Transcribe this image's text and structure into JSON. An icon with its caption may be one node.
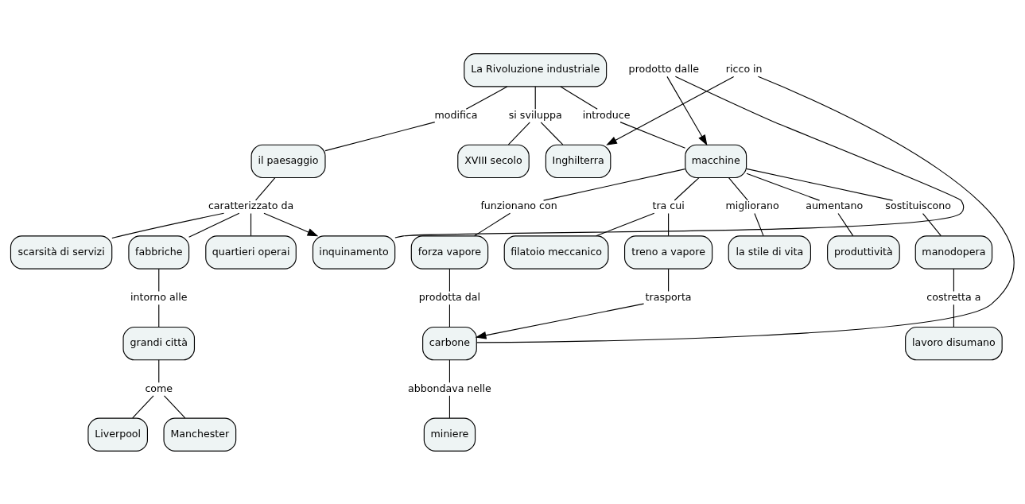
{
  "diagram": {
    "nodes": [
      {
        "text": [
          "La Rivoluzione industriale"
        ]
      },
      {
        "text": [
          "modifica"
        ]
      },
      {
        "text": [
          "si sviluppa"
        ]
      },
      {
        "text": [
          "introduce"
        ]
      },
      {
        "text": [
          "il paesaggio"
        ]
      },
      {
        "text": [
          "XVIII secolo"
        ]
      },
      {
        "text": [
          "Inghilterra"
        ]
      },
      {
        "text": [
          "macchine"
        ]
      },
      {
        "text": [
          "caratterizzato da"
        ]
      },
      {
        "text": [
          "prodotto dalle"
        ]
      },
      {
        "text": [
          "ricco in"
        ]
      },
      {
        "text": [
          "scarsità di servizi"
        ]
      },
      {
        "text": [
          "fabbriche"
        ]
      },
      {
        "text": [
          "quartieri operai"
        ]
      },
      {
        "text": [
          "inquinamento"
        ]
      },
      {
        "text": [
          "funzionano con"
        ]
      },
      {
        "text": [
          "tra cui"
        ]
      },
      {
        "text": [
          "migliorano"
        ]
      },
      {
        "text": [
          "aumentano"
        ]
      },
      {
        "text": [
          "sostituiscono"
        ]
      },
      {
        "text": [
          "forza vapore"
        ]
      },
      {
        "text": [
          "filatoio meccanico"
        ]
      },
      {
        "text": [
          "treno a vapore"
        ]
      },
      {
        "text": [
          "la stile di vita"
        ]
      },
      {
        "text": [
          "produttività"
        ]
      },
      {
        "text": [
          "manodopera"
        ]
      },
      {
        "text": [
          "intorno alle"
        ]
      },
      {
        "text": [
          "grandi città"
        ]
      },
      {
        "text": [
          "prodotta dal"
        ]
      },
      {
        "text": [
          "carbone"
        ]
      },
      {
        "text": [
          "trasporta"
        ]
      },
      {
        "text": [
          "costretta a"
        ]
      },
      {
        "text": [
          "lavoro disumano"
        ]
      },
      {
        "text": [
          "come"
        ]
      },
      {
        "text": [
          "abbondava nelle"
        ]
      },
      {
        "text": [
          "Liverpool"
        ]
      },
      {
        "text": [
          "Manchester"
        ]
      },
      {
        "text": [
          "miniere"
        ]
      }
    ],
    "edges": [
      {
        "from": 0,
        "to": 1,
        "arrow": "none"
      },
      {
        "from": 1,
        "to": 4,
        "arrow": "none"
      },
      {
        "from": 0,
        "to": 2,
        "arrow": "none"
      },
      {
        "from": 2,
        "to": 5,
        "arrow": "none"
      },
      {
        "from": 2,
        "to": 6,
        "arrow": "none"
      },
      {
        "from": 0,
        "to": 3,
        "arrow": "none"
      },
      {
        "from": 3,
        "to": 7,
        "arrow": "none"
      },
      {
        "from": 4,
        "to": 8,
        "arrow": "none"
      },
      {
        "from": 8,
        "to": 11,
        "arrow": "none"
      },
      {
        "from": 8,
        "to": 12,
        "arrow": "none"
      },
      {
        "from": 8,
        "to": 13,
        "arrow": "none"
      },
      {
        "from": 8,
        "to": 14,
        "arrow": "to"
      },
      {
        "from": 14,
        "to": 9,
        "arrow": "none"
      },
      {
        "from": 9,
        "to": 7,
        "arrow": "to"
      },
      {
        "from": 29,
        "to": 10,
        "arrow": "none"
      },
      {
        "from": 10,
        "to": 6,
        "arrow": "to"
      },
      {
        "from": 7,
        "to": 15,
        "arrow": "none"
      },
      {
        "from": 15,
        "to": 20,
        "arrow": "none"
      },
      {
        "from": 7,
        "to": 16,
        "arrow": "none"
      },
      {
        "from": 16,
        "to": 21,
        "arrow": "none"
      },
      {
        "from": 16,
        "to": 22,
        "arrow": "none"
      },
      {
        "from": 7,
        "to": 17,
        "arrow": "none"
      },
      {
        "from": 17,
        "to": 23,
        "arrow": "none"
      },
      {
        "from": 7,
        "to": 18,
        "arrow": "none"
      },
      {
        "from": 18,
        "to": 24,
        "arrow": "none"
      },
      {
        "from": 7,
        "to": 19,
        "arrow": "none"
      },
      {
        "from": 19,
        "to": 25,
        "arrow": "none"
      },
      {
        "from": 12,
        "to": 26,
        "arrow": "none"
      },
      {
        "from": 26,
        "to": 27,
        "arrow": "none"
      },
      {
        "from": 27,
        "to": 33,
        "arrow": "none"
      },
      {
        "from": 33,
        "to": 35,
        "arrow": "none"
      },
      {
        "from": 33,
        "to": 36,
        "arrow": "none"
      },
      {
        "from": 20,
        "to": 28,
        "arrow": "none"
      },
      {
        "from": 28,
        "to": 29,
        "arrow": "none"
      },
      {
        "from": 22,
        "to": 30,
        "arrow": "none"
      },
      {
        "from": 30,
        "to": 29,
        "arrow": "to"
      },
      {
        "from": 29,
        "to": 34,
        "arrow": "none"
      },
      {
        "from": 34,
        "to": 37,
        "arrow": "none"
      },
      {
        "from": 25,
        "to": 31,
        "arrow": "none"
      },
      {
        "from": 31,
        "to": 32,
        "arrow": "none"
      }
    ]
  }
}
